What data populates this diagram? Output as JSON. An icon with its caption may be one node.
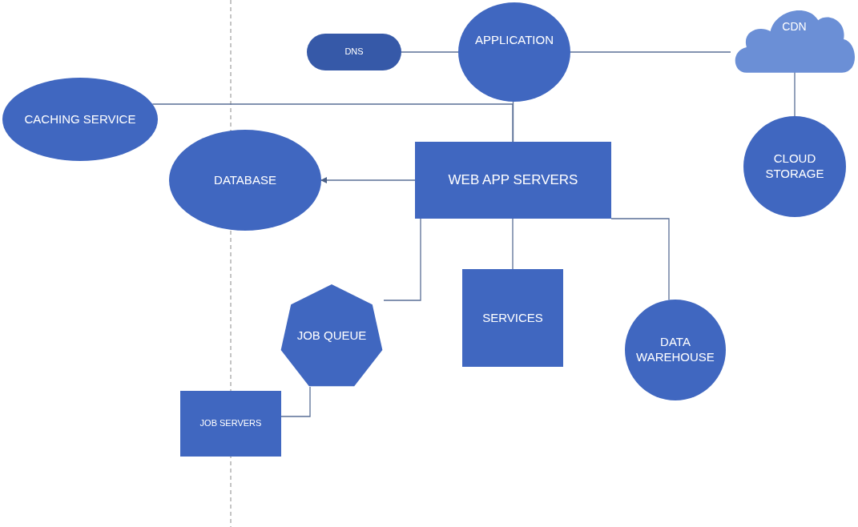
{
  "diagram": {
    "nodes": [
      {
        "text": [
          "DNS"
        ]
      },
      {
        "text": [
          "APPLICATION"
        ]
      },
      {
        "text": [
          "CDN"
        ]
      },
      {
        "text": [
          "CACHING SERVICE"
        ]
      },
      {
        "text": [
          "CLOUD STORAGE"
        ]
      },
      {
        "text": [
          "DATABASE"
        ]
      },
      {
        "text": [
          "WEB APP SERVERS"
        ]
      },
      {
        "text": [
          "JOB QUEUE"
        ]
      },
      {
        "text": [
          "SERVICES"
        ]
      },
      {
        "text": [
          "DATA WAREHOUSE"
        ]
      },
      {
        "text": [
          "JOB SERVERS"
        ]
      }
    ],
    "edges": [
      {
        "from": 0,
        "to": 1,
        "arrow": "none"
      },
      {
        "from": 1,
        "to": 2,
        "arrow": "none"
      },
      {
        "from": 2,
        "to": 4,
        "arrow": "none"
      },
      {
        "from": 1,
        "to": 6,
        "arrow": "none"
      },
      {
        "from": 3,
        "to": 6,
        "arrow": "none"
      },
      {
        "from": 6,
        "to": 5,
        "arrow": "to"
      },
      {
        "from": 6,
        "to": 8,
        "arrow": "none"
      },
      {
        "from": 6,
        "to": 9,
        "arrow": "none"
      },
      {
        "from": 6,
        "to": 7,
        "arrow": "none"
      },
      {
        "from": 7,
        "to": 10,
        "arrow": "none"
      }
    ]
  }
}
